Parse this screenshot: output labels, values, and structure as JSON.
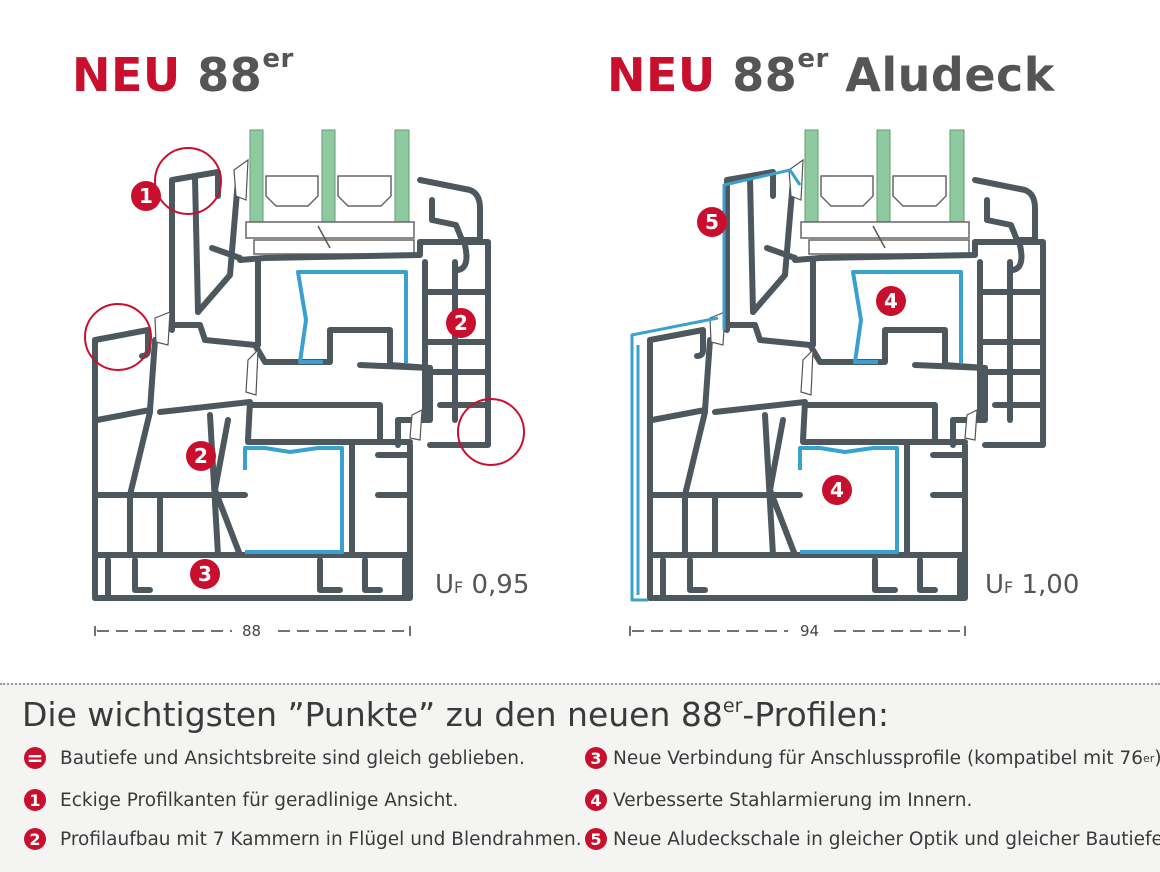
{
  "left": {
    "title": {
      "red": "NEU",
      "num": "88",
      "sup": "er",
      "rest": ""
    },
    "uf_label": "U",
    "uf_sub": "F",
    "uf_value": "0,95",
    "dimension": "88",
    "badges": [
      "1",
      "2",
      "2",
      "3"
    ]
  },
  "right": {
    "title": {
      "red": "NEU",
      "num": "88",
      "sup": "er",
      "rest": "Aludeck"
    },
    "uf_label": "U",
    "uf_sub": "F",
    "uf_value": "1,00",
    "dimension": "94",
    "badges": [
      "5",
      "4",
      "4"
    ]
  },
  "colors": {
    "accent": "#c8102e",
    "profile": "#4d585e",
    "steel": "#3aa0d0",
    "glass": "#8fc9a0"
  },
  "summary": {
    "heading_pre": "Die wichtigsten ”Punkte” zu den neuen 88",
    "heading_sup": "er",
    "heading_post": "-Profilen:",
    "items": [
      {
        "badge": "=",
        "text": "Bautiefe und Ansichtsbreite sind gleich geblieben."
      },
      {
        "badge": "1",
        "text": "Eckige Profilkanten für geradlinige Ansicht."
      },
      {
        "badge": "2",
        "text": "Profilaufbau mit 7 Kammern in Flügel und Blendrahmen."
      },
      {
        "badge": "3",
        "text": "Neue Verbindung für Anschlussprofile (kompatibel mit 76",
        "sup": "er",
        "post": ")."
      },
      {
        "badge": "4",
        "text": "Verbesserte Stahlarmierung im Innern."
      },
      {
        "badge": "5",
        "text": "Neue Aludeckschale in gleicher Optik und gleicher Bautiefe."
      }
    ]
  }
}
